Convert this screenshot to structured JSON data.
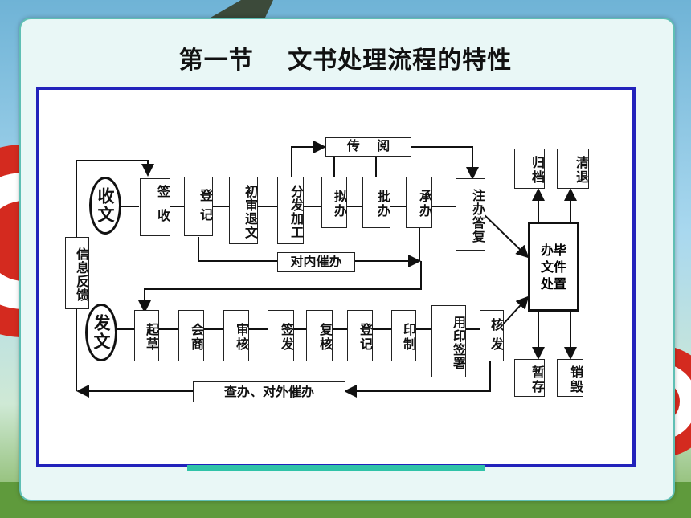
{
  "title": "第一节　 文书处理流程的特性",
  "colors": {
    "frame": "#2222bb",
    "accent": "#2fc3a8",
    "slide_border": "#5fbfb4"
  },
  "nodes": {
    "shouwen": "收文",
    "qianshou": "签收",
    "dengji": "登记",
    "chushen": "初审退文",
    "fenfa": "分发加工",
    "niban": "拟办",
    "piban": "批办",
    "chengban": "承办",
    "zhuban": "注办答复",
    "chuanyue": "传　 阅",
    "duineicuiban": "对内催办",
    "xinxi": "信息反馈",
    "center": [
      "办毕",
      "文件",
      "处置"
    ],
    "guidang": "归档",
    "qingtui": "清退",
    "zancun": "暂存",
    "xiaohui": "销毁",
    "fawen": "发文",
    "qicao": "起草",
    "huishang": "会商",
    "shenhe": "审核",
    "qianfa": "签发",
    "fuhe": "复核",
    "dengji2": "登记",
    "yinzhi": "印制",
    "yongyin": "用印签署",
    "hefa": "核发",
    "chaban": "查办、对外催办"
  }
}
